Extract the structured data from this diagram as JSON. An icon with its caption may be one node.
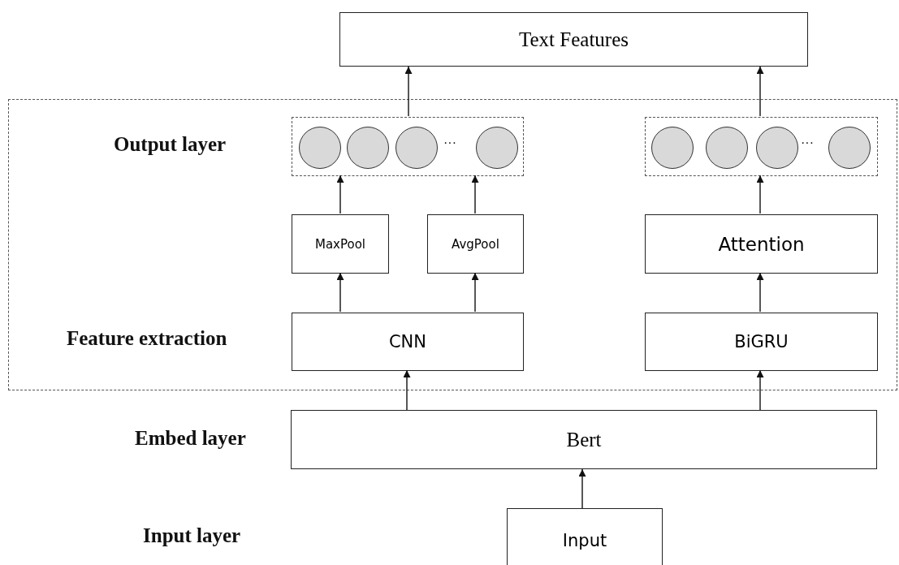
{
  "diagram": {
    "nodes": [
      {
        "text": [
          "Text Features"
        ]
      },
      {
        "text": [],
        "shape": "box"
      },
      {
        "text": [],
        "shape": "box",
        "in": 1
      },
      {
        "text": [],
        "shape": "circle",
        "in": 2
      },
      {
        "text": [],
        "shape": "circle",
        "in": 2
      },
      {
        "text": [],
        "shape": "circle",
        "in": 2
      },
      {
        "text": [],
        "shape": "circle",
        "in": 2
      },
      {
        "text": [],
        "shape": "box",
        "in": 1
      },
      {
        "text": [],
        "shape": "circle",
        "in": 7
      },
      {
        "text": [],
        "shape": "circle",
        "in": 7
      },
      {
        "text": [],
        "shape": "circle",
        "in": 7
      },
      {
        "text": [],
        "shape": "circle",
        "in": 7
      },
      {
        "text": [
          "MaxPool"
        ],
        "in": 1
      },
      {
        "text": [
          "AvgPool"
        ],
        "in": 1
      },
      {
        "text": [
          "Attention"
        ],
        "in": 1
      },
      {
        "text": [
          "CNN"
        ],
        "in": 1
      },
      {
        "text": [
          "BiGRU"
        ],
        "in": 1
      },
      {
        "text": [
          "Bert"
        ]
      },
      {
        "text": [
          "Input"
        ]
      }
    ],
    "edges": [
      {
        "from": 18,
        "to": 17,
        "arrow": "to"
      },
      {
        "from": 17,
        "to": 15,
        "arrow": "to"
      },
      {
        "from": 17,
        "to": 16,
        "arrow": "to"
      },
      {
        "from": 15,
        "to": 12,
        "arrow": "to"
      },
      {
        "from": 15,
        "to": 13,
        "arrow": "to"
      },
      {
        "from": 16,
        "to": 14,
        "arrow": "to"
      },
      {
        "from": 12,
        "to": 2,
        "arrow": "to"
      },
      {
        "from": 13,
        "to": 2,
        "arrow": "to"
      },
      {
        "from": 14,
        "to": 7,
        "arrow": "to"
      },
      {
        "from": 2,
        "to": 0,
        "arrow": "to"
      },
      {
        "from": 7,
        "to": 0,
        "arrow": "to"
      }
    ],
    "labels": [
      "Output layer",
      "···",
      "···",
      "Feature extraction",
      "Embed layer",
      "Input layer"
    ]
  }
}
